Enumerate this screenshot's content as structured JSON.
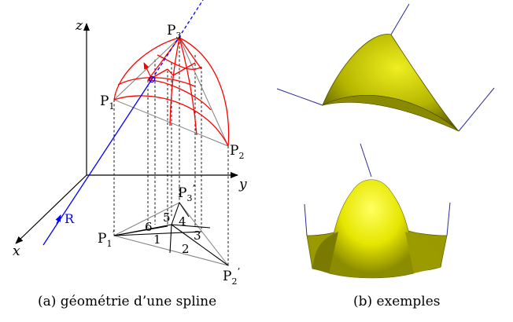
{
  "panel_a": {
    "caption": "(a) géométrie d’une spline",
    "axes": {
      "z": "z",
      "y": "y",
      "x": "x"
    },
    "ray_label": "R",
    "points": [
      {
        "base": "P",
        "sub": "1",
        "prime": ""
      },
      {
        "base": "P",
        "sub": "2",
        "prime": ""
      },
      {
        "base": "P",
        "sub": "3",
        "prime": ""
      },
      {
        "base": "P",
        "sub": "1",
        "prime": "’"
      },
      {
        "base": "P",
        "sub": "2",
        "prime": "’"
      },
      {
        "base": "P",
        "sub": "3",
        "prime": "’"
      }
    ],
    "regions": [
      "1",
      "2",
      "3",
      "4",
      "5",
      "6"
    ],
    "colors": {
      "patch": "#ff0000",
      "ray": "#0000ff",
      "guide": "#808080",
      "ink": "#000000"
    }
  },
  "panel_b": {
    "caption": "(b) exemples",
    "colors": {
      "surface": "#d8d800",
      "surface_dark": "#5a5a00",
      "normals": "#2a2aa0"
    }
  }
}
